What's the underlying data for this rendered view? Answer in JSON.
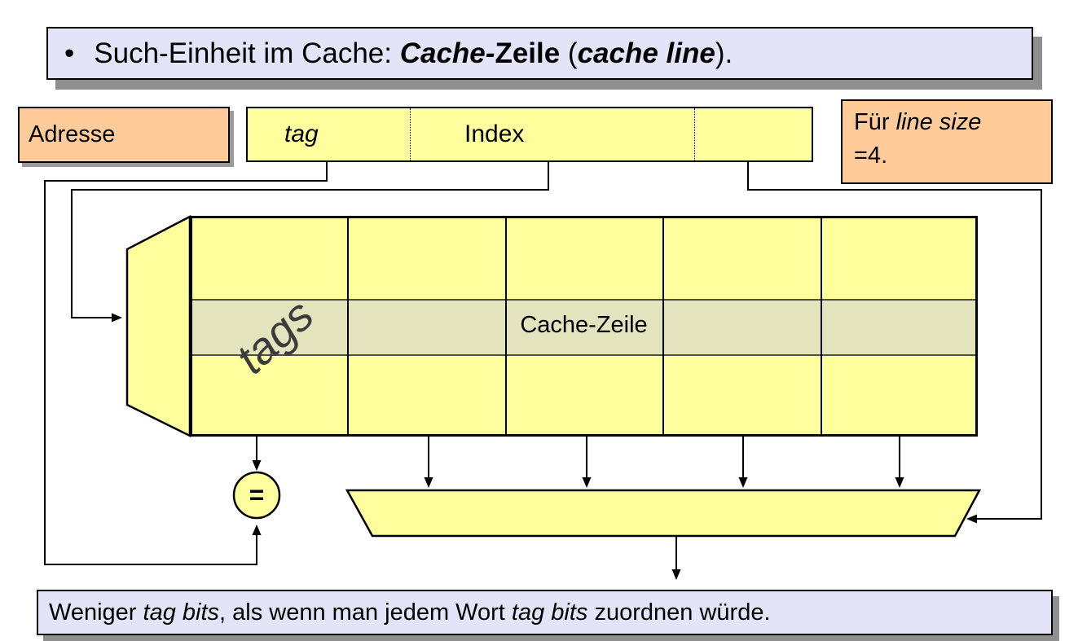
{
  "colors": {
    "banner_lavender": "#e4e4f8",
    "note_orange": "#ffcc99",
    "cell_yellow": "#ffff9e",
    "highlight_row": "#e3e3bd",
    "shadow_gray": "#8f8f8f",
    "tags_text_gray": "#3b3b3b",
    "wire_black": "#000000"
  },
  "top_banner": {
    "bullet": "•",
    "segments": [
      {
        "text": "Such-Einheit im Cache: ",
        "style": "regular"
      },
      {
        "text": "Cache-",
        "style": "bold-italic"
      },
      {
        "text": "Zeile",
        "style": "bold"
      },
      {
        "text": " (",
        "style": "regular"
      },
      {
        "text": "cache line",
        "style": "bold-italic"
      },
      {
        "text": ").",
        "style": "regular"
      }
    ]
  },
  "address_label": {
    "text": "Adresse"
  },
  "address_field": {
    "sections": [
      {
        "label": "tag",
        "italic": true
      },
      {
        "label": "Index",
        "italic": false
      },
      {
        "label": "",
        "italic": false
      }
    ]
  },
  "note_line_size": {
    "line1_prefix": "Für ",
    "line1_italic": "line size",
    "line2": "=4."
  },
  "cache_table": {
    "tags_label": "tags",
    "row_label": "Cache-Zeile",
    "columns": 5,
    "rows": 3
  },
  "comparator": {
    "symbol": "="
  },
  "bottom_banner": {
    "segments": [
      {
        "text": "Weniger ",
        "style": "regular"
      },
      {
        "text": "tag bits",
        "style": "italic"
      },
      {
        "text": ", als wenn man jedem Wort ",
        "style": "regular"
      },
      {
        "text": "tag bits",
        "style": "italic"
      },
      {
        "text": " zuordnen würde.",
        "style": "regular"
      }
    ]
  }
}
